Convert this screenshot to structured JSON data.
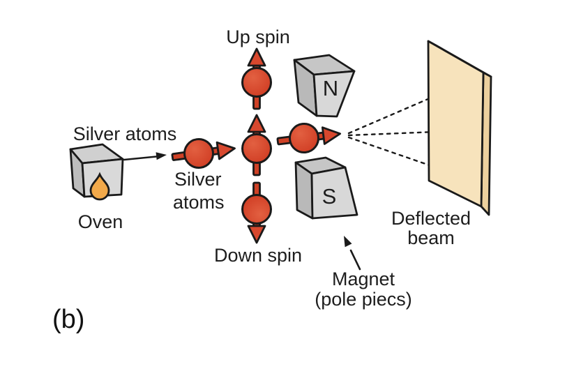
{
  "figure": {
    "panel_label": "(b)"
  },
  "labels": {
    "up_spin": "Up spin",
    "down_spin": "Down spin",
    "silver_atoms_top": "Silver atoms",
    "silver_atoms_line1": "Silver",
    "silver_atoms_line2": "atoms",
    "oven": "Oven",
    "north_pole": "N",
    "south_pole": "S",
    "deflected_line1": "Deflected",
    "deflected_line2": "beam",
    "magnet_line1": "Magnet",
    "magnet_line2": "(pole piecs)"
  },
  "colors": {
    "atom_red": "#d8482e",
    "magnet_gray_front": "#d8d8d8",
    "magnet_gray_top": "#c6c6c6",
    "magnet_gray_side": "#b9b9b9",
    "screen_tan": "#f7e3bc",
    "screen_edge_tan": "#ecd09e",
    "droplet_orange": "#f2a94a",
    "outline_black": "#1a1a1a",
    "background": "#ffffff"
  }
}
